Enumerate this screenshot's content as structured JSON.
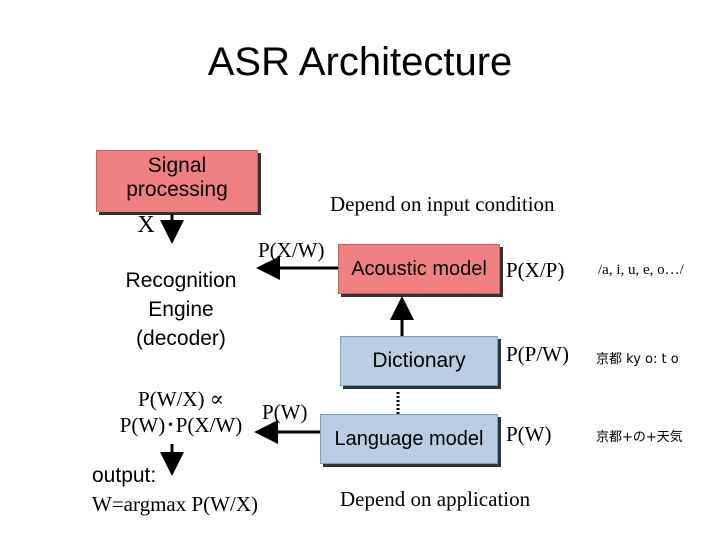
{
  "title": "ASR Architecture",
  "signal": {
    "line1": "Signal",
    "line2": "processing",
    "x": "X"
  },
  "recognition": {
    "line1": "Recognition",
    "line2": "Engine",
    "line3": "(decoder)"
  },
  "depend_input": "Depend on input condition",
  "pxw": "P(X/W)",
  "acoustic": {
    "label": "Acoustic model",
    "prob": "P(X/P)",
    "example": "/a, i, u, e, o…/"
  },
  "dictionary": {
    "label": "Dictionary",
    "prob": "P(P/W)",
    "example": "京都 ky o: t o"
  },
  "language": {
    "label": "Language model",
    "prob": "P(W)",
    "example": "京都+の+天気"
  },
  "pw_left": "P(W)",
  "formula": {
    "line1": "P(W/X) ∝",
    "line2": "P(W)･P(X/W)"
  },
  "output": {
    "line1": "output:",
    "line2": "W=argmax P(W/X)"
  },
  "depend_app": "Depend on application",
  "colors": {
    "red_box": "#f08080",
    "blue_box": "#b9cde5"
  }
}
